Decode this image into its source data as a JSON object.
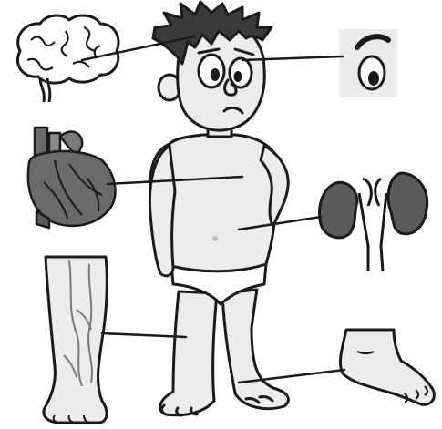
{
  "diagram": {
    "central_figure": "boy",
    "organs": [
      {
        "id": "brain",
        "icon": "brain-icon"
      },
      {
        "id": "eye",
        "icon": "eye-icon"
      },
      {
        "id": "heart",
        "icon": "heart-icon"
      },
      {
        "id": "kidneys",
        "icon": "kidneys-icon"
      },
      {
        "id": "leg-veins",
        "icon": "leg-veins-icon"
      },
      {
        "id": "foot",
        "icon": "foot-icon"
      }
    ],
    "colors": {
      "outline": "#1a1a1a",
      "skin": "#ececec",
      "hair": "#3a3a3a",
      "organ_dark": "#5a5a5a",
      "organ_mid": "#9a9a9a",
      "background": "#ffffff"
    }
  }
}
